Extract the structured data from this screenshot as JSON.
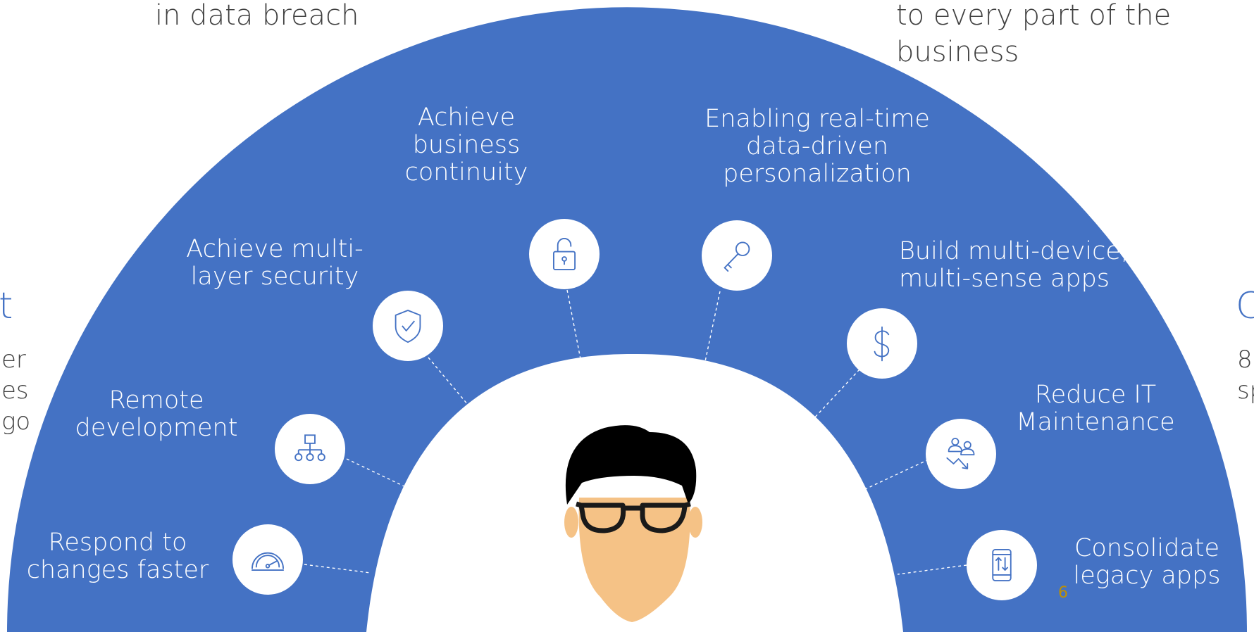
{
  "top": {
    "left_text": "in data breach",
    "right_text_line1": "to every part of the",
    "right_text_line2": "business"
  },
  "side_fragments": {
    "left_letter": "t",
    "left_lines": [
      "er",
      "es",
      "go"
    ],
    "right_letter": "C",
    "right_lines": [
      "8",
      "sp"
    ]
  },
  "benefits": [
    {
      "lines": [
        "Respond to",
        "changes faster"
      ],
      "icon": "speedometer-icon"
    },
    {
      "lines": [
        "Remote",
        "development"
      ],
      "icon": "org-chart-icon"
    },
    {
      "lines": [
        "Achieve multi-",
        "layer security"
      ],
      "icon": "shield-check-icon"
    },
    {
      "lines": [
        "Achieve",
        "business",
        "continuity"
      ],
      "icon": "unlocked-padlock-icon"
    },
    {
      "lines": [
        "Enabling real-time",
        "data-driven",
        "personalization"
      ],
      "icon": "key-icon"
    },
    {
      "lines": [
        "Build multi-device,",
        "multi-sense apps"
      ],
      "icon": "dollar-sign-icon"
    },
    {
      "lines": [
        "Reduce IT",
        "Maintenance"
      ],
      "icon": "people-decline-icon"
    },
    {
      "lines": [
        "Consolidate",
        "legacy apps"
      ],
      "icon": "mobile-transfer-icon"
    }
  ],
  "page_number": "6",
  "colors": {
    "arc_blue": "#4472c4",
    "skin": "#f5c286",
    "hair": "#000000",
    "accent_number": "#bf9000"
  }
}
